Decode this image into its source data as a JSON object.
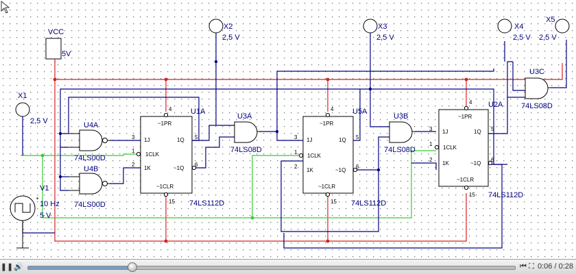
{
  "schematic": {
    "power": {
      "label": "VCC",
      "voltage": "5V"
    },
    "source": {
      "name": "V1",
      "frequency": "10 Hz",
      "amplitude": "5 V"
    },
    "probes": [
      {
        "name": "X1",
        "rating": "2,5 V"
      },
      {
        "name": "X2",
        "rating": "2,5 V"
      },
      {
        "name": "X3",
        "rating": "2,5 V"
      },
      {
        "name": "X4",
        "rating": "2,5 V"
      },
      {
        "name": "X5",
        "rating": "2,5 V"
      }
    ],
    "nand_gates": [
      {
        "ref": "U4A",
        "part": "74LS00D"
      },
      {
        "ref": "U4B",
        "part": "74LS00D"
      }
    ],
    "and_gates": [
      {
        "ref": "U3A",
        "part": "74LS08D"
      },
      {
        "ref": "U3B",
        "part": "74LS08D"
      },
      {
        "ref": "U3C",
        "part": "74LS08D"
      }
    ],
    "flip_flops": [
      {
        "ref": "U1A",
        "part": "74LS112D"
      },
      {
        "ref": "U5A",
        "part": "74LS112D"
      },
      {
        "ref": "U2A",
        "part": "74LS112D"
      }
    ],
    "ff_pins": {
      "pr": "~1PR",
      "j": "1J",
      "clk": "1CLK",
      "k": "1K",
      "q": "1Q",
      "qn": "~1Q",
      "clr": "~1CLR",
      "n_pr": "4",
      "n_j": "3",
      "n_clk": "1",
      "n_k": "2",
      "n_q": "5",
      "n_qn": "6",
      "n_clr": "15"
    }
  },
  "player": {
    "elapsed": "0:06",
    "duration": "0:28",
    "progress": 0.214,
    "icons": {
      "pause": "pause-icon",
      "volume": "volume-icon",
      "skip_back": "skip-back-icon",
      "skip_forward": "skip-forward-icon",
      "fullscreen": "fullscreen-icon"
    }
  }
}
